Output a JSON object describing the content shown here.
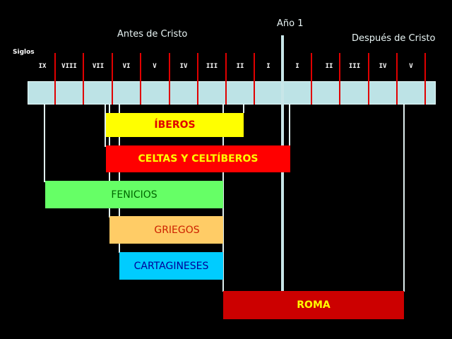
{
  "header": {
    "before_christ": "Antes de Cristo",
    "after_christ": "Después de Cristo",
    "year_one": "Año 1",
    "centuries_label": "Siglos"
  },
  "centuries": [
    "IX",
    "VIII",
    "VII",
    "VI",
    "V",
    "IV",
    "III",
    "II",
    "I",
    "I",
    "II",
    "III",
    "IV",
    "V"
  ],
  "peoples": [
    {
      "name": "ÍBEROS",
      "bg": "#ffff00",
      "color": "#e00000"
    },
    {
      "name": "CELTAS Y CELTÍBEROS",
      "bg": "#ff0000",
      "color": "#ffff00"
    },
    {
      "name": "FENICIOS",
      "bg": "#66ff66",
      "color": "#006600"
    },
    {
      "name": "GRIEGOS",
      "bg": "#ffcc66",
      "color": "#cc2200"
    },
    {
      "name": "CARTAGINESES",
      "bg": "#00ccff",
      "color": "#000099"
    },
    {
      "name": "ROMA",
      "bg": "#cc0000",
      "color": "#ffff00"
    }
  ],
  "colors": {
    "timebar": "#bde3e6",
    "divider": "#e00000",
    "background": "#000000"
  }
}
